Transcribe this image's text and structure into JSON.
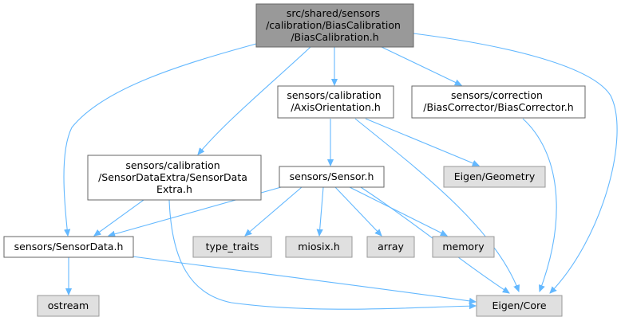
{
  "colors": {
    "root_fill": "#999999",
    "root_stroke": "#666666",
    "local_fill": "#ffffff",
    "local_stroke": "#666666",
    "external_fill": "#e0e0e0",
    "external_stroke": "#999999",
    "edge": "#63b8ff"
  },
  "nodes": {
    "root": {
      "lines": [
        "src/shared/sensors",
        "/calibration/BiasCalibration",
        "/BiasCalibration.h"
      ]
    },
    "axis_orientation": {
      "lines": [
        "sensors/calibration",
        "/AxisOrientation.h"
      ]
    },
    "bias_corrector": {
      "lines": [
        "sensors/correction",
        "/BiasCorrector/BiasCorrector.h"
      ]
    },
    "sensor_data_extra": {
      "lines": [
        "sensors/calibration",
        "/SensorDataExtra/SensorData",
        "Extra.h"
      ]
    },
    "sensor": {
      "lines": [
        "sensors/Sensor.h"
      ]
    },
    "eigen_geometry": {
      "lines": [
        "Eigen/Geometry"
      ]
    },
    "sensor_data": {
      "lines": [
        "sensors/SensorData.h"
      ]
    },
    "type_traits": {
      "lines": [
        "type_traits"
      ]
    },
    "miosix": {
      "lines": [
        "miosix.h"
      ]
    },
    "array": {
      "lines": [
        "array"
      ]
    },
    "memory": {
      "lines": [
        "memory"
      ]
    },
    "ostream": {
      "lines": [
        "ostream"
      ]
    },
    "eigen_core": {
      "lines": [
        "Eigen/Core"
      ]
    }
  }
}
